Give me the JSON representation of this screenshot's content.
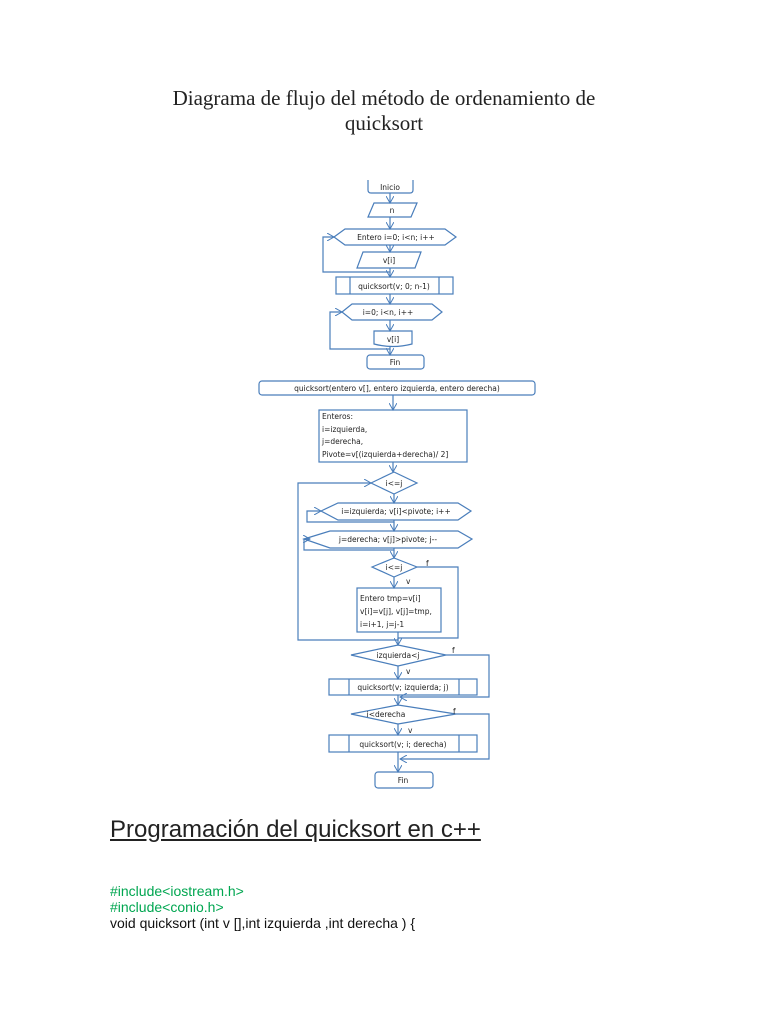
{
  "title_lines": [
    "Diagrama de flujo del método de ordenamiento de",
    "quicksort"
  ],
  "flowchart": {
    "inicio": "Inicio",
    "input_n": "n",
    "loop1": "Entero  i=0; i<n; i++",
    "input_v": "v[i]",
    "call_main": "quicksort(v;  0; n-1)",
    "loop2": "i=0; i<n, i++",
    "output_v": "v[i]",
    "fin1": "Fin",
    "func_header": "quicksort(entero  v[], entero izquierda,  entero derecha)",
    "decl_lines": [
      "Enteros:",
      "i=izquierda,",
      "j=derecha,",
      "Pivote=v[(izquierda+derecha)/   2]"
    ],
    "cond_outer": "i<=j",
    "loop_i": "i=izquierda;  v[i]<pivote;  i++",
    "loop_j": "j=derecha;  v[j]>pivote;  j--",
    "cond_swap": "i<=j",
    "swap_lines": [
      "Entero  tmp=v[i]",
      "v[i]=v[j], v[j]=tmp,",
      "i=i+1, j=j-1"
    ],
    "cond_left": "izquierda<j",
    "call_left": "quicksort(v;  izquierda;  j)",
    "cond_right": "i<derecha",
    "call_right": "quicksort(v;  i;  derecha)",
    "fin2": "Fin",
    "true_label": "v",
    "false_label": "f",
    "line_color": "#4a7ebb"
  },
  "section_heading": "Programación del quicksort en c++",
  "code_lines": [
    {
      "text": "#include<iostream.h>",
      "color": "#00a650"
    },
    {
      "text": "#include<conio.h>",
      "color": "#00a650"
    },
    {
      "text": "void quicksort (int v [],int izquierda ,int derecha ) {",
      "color": "#111111"
    }
  ]
}
